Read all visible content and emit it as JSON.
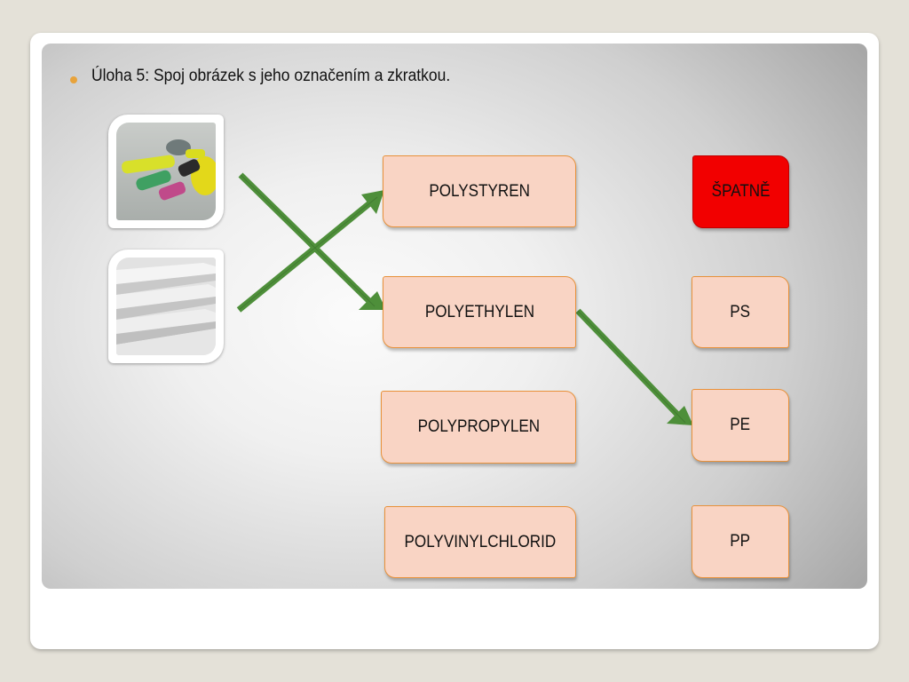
{
  "task": {
    "heading": "Úloha 5: Spoj obrázek s jeho označením a zkratkou."
  },
  "images": [
    {
      "name": "garbage-bags-photo"
    },
    {
      "name": "polystyrene-sheets-photo"
    }
  ],
  "materials": [
    "POLYSTYREN",
    "POLYETHYLEN",
    "POLYPROPYLEN",
    "POLYVINYLCHLORID"
  ],
  "abbreviations": [
    "ŠPATNĚ",
    "PS",
    "PE",
    "PP"
  ],
  "colors": {
    "box_fill": "#f9d4c4",
    "box_border": "#e8913a",
    "wrong_fill": "#f20000",
    "arrow": "#4e8f3a",
    "bullet": "#e8a33b"
  },
  "icons": {
    "bullet": "bullet-icon",
    "arrow": "arrow-icon"
  }
}
